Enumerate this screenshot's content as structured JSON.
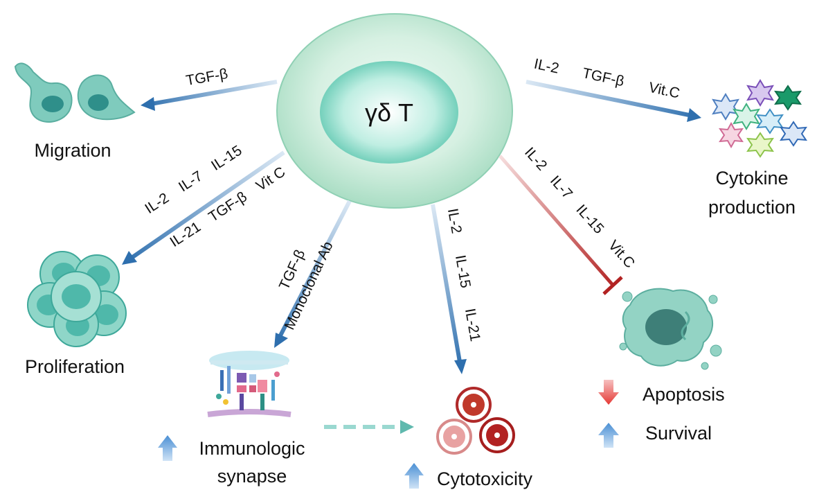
{
  "center_label": "γδ T",
  "branches": {
    "migration": {
      "title": "Migration",
      "factors": [
        "TGF-β"
      ]
    },
    "cytokine": {
      "title_lines": [
        "Cytokine",
        "production"
      ],
      "factors": [
        "IL-2",
        "TGF-β",
        "Vit.C"
      ]
    },
    "proliferation": {
      "title": "Proliferation",
      "factors_line1": [
        "IL-2",
        "IL-7",
        "IL-15"
      ],
      "factors_line2": [
        "IL-21",
        "TGF-β",
        "Vit C"
      ]
    },
    "synapse": {
      "title_lines": [
        "Immunologic",
        "synapse"
      ],
      "factors": [
        "TGF-β",
        "Monoclonal Ab"
      ]
    },
    "cytotoxicity": {
      "title": "Cytotoxicity",
      "factors": [
        "IL-2",
        "IL-15",
        "IL-21"
      ]
    },
    "apoptosis": {
      "factors": [
        "IL-2",
        "IL-7",
        "IL-15",
        "Vit.C"
      ],
      "down_label": "Apoptosis",
      "up_label": "Survival"
    }
  },
  "colors": {
    "arrow_blue": "#2e6fae",
    "arrow_red": "#b22222",
    "cell_green": "#9ed9c2",
    "cell_teal": "#7fcbbd",
    "up_arrow": "#5b9bd5",
    "down_arrow": "#e53935"
  }
}
